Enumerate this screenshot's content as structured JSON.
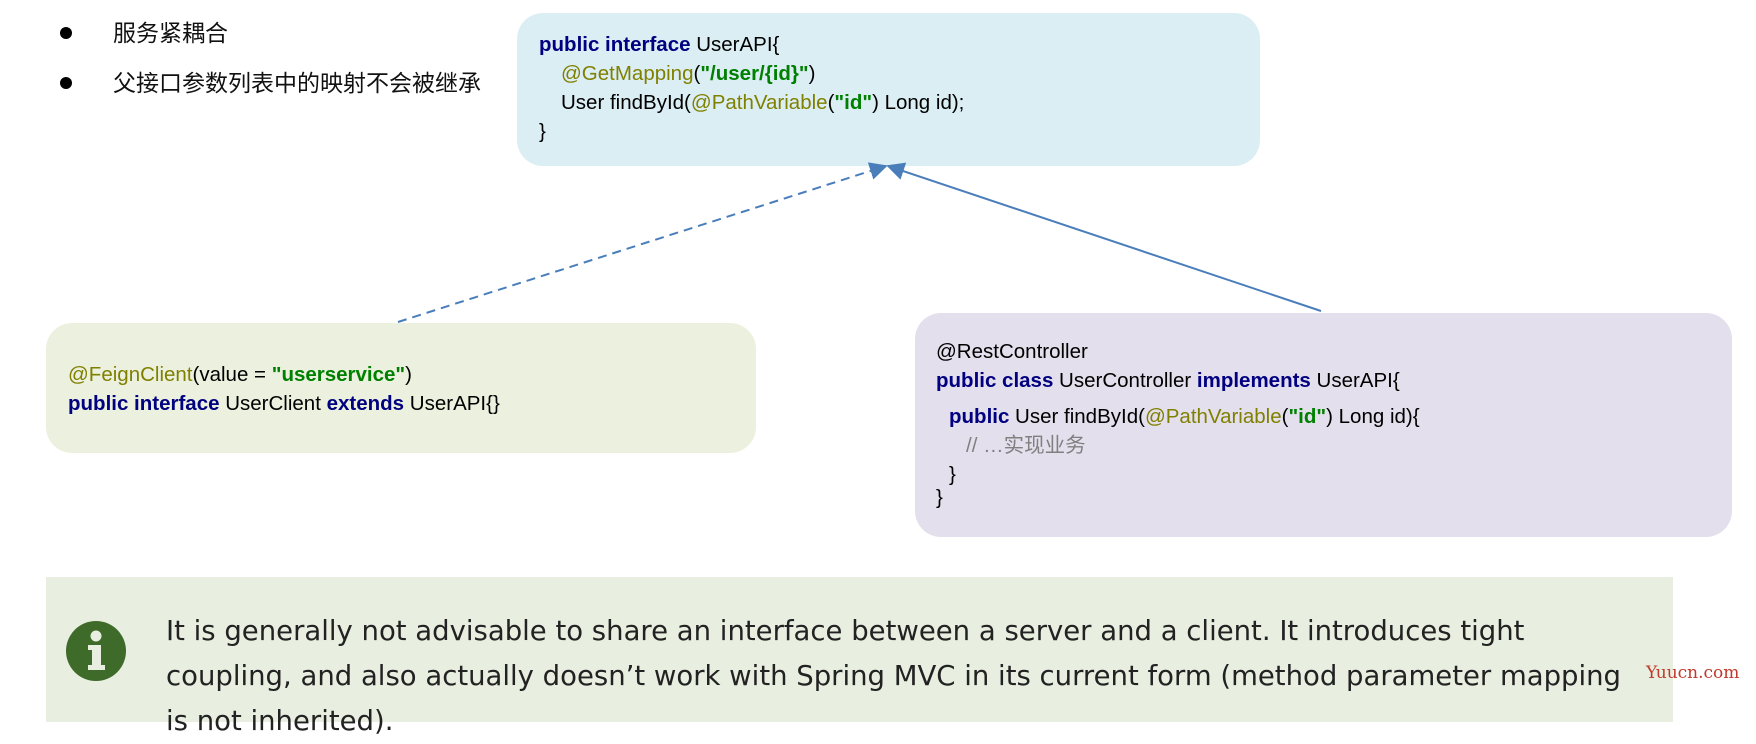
{
  "bullets": [
    {
      "text": "服务紧耦合"
    },
    {
      "text": "父接口参数列表中的映射不会被继承"
    }
  ],
  "api_box": {
    "l1_kw": "public interface",
    "l1_name": " UserAPI{",
    "l2_ann": "@GetMapping",
    "l2_open": "(",
    "l2_str": "\"/user/{id}\"",
    "l2_close": ")",
    "l3_a": "User findById(",
    "l3_ann": "@PathVariable",
    "l3_open": "(",
    "l3_str": "\"id\"",
    "l3_b": ") Long id);",
    "l4": "}"
  },
  "feign_box": {
    "l1_ann": "@FeignClient",
    "l1_a": "(value = ",
    "l1_str": "\"userservice\"",
    "l1_b": ")",
    "l2_kw1": "public interface",
    "l2_a": " UserClient ",
    "l2_kw2": "extends",
    "l2_b": " UserAPI{}"
  },
  "ctrl_box": {
    "l1": "@RestController",
    "l2_kw1": "public class",
    "l2_a": " UserController ",
    "l2_kw2": "implements",
    "l2_b": " UserAPI{",
    "l3_kw": "public",
    "l3_a": " User findById(",
    "l3_ann": "@PathVariable",
    "l3_open": "(",
    "l3_str": "\"id\"",
    "l3_b": ") Long id){",
    "l4_cmt": "// …实现业务",
    "l5": "}",
    "l6": "}"
  },
  "note": {
    "icon": "info-icon",
    "text": "It is generally not advisable to share an interface between a server and a client. It introduces tight coupling, and also actually doesn’t work with Spring MVC in its current form (method parameter mapping is not inherited)."
  },
  "watermark": "Yuucn.com",
  "colors": {
    "keyword": "#000080",
    "annotation": "#808000",
    "string": "#008000",
    "comment": "#808080",
    "api_box_bg": "#dbeef4",
    "feign_box_bg": "#ebf1de",
    "ctrl_box_bg": "#e4dfec",
    "arrow": "#4a7ebb",
    "note_bg": "#e8eee0",
    "info_icon": "#3e6b2a",
    "watermark": "#c0392b"
  }
}
